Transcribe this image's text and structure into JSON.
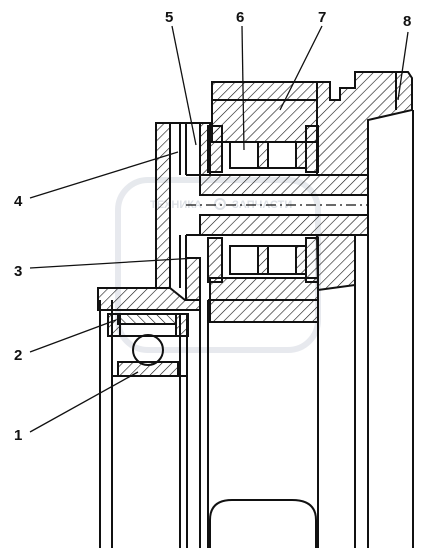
{
  "labels": {
    "l1": "1",
    "l2": "2",
    "l3": "3",
    "l4": "4",
    "l5": "5",
    "l6": "6",
    "l7": "7",
    "l8": "8"
  },
  "watermark": {
    "left": "ТЕХНИКА",
    "right": "ЗАПЧАСТИ",
    "icon": "gear-icon"
  },
  "colors": {
    "ink": "#111111",
    "watermark": "#d9dde3",
    "background": "#ffffff"
  }
}
